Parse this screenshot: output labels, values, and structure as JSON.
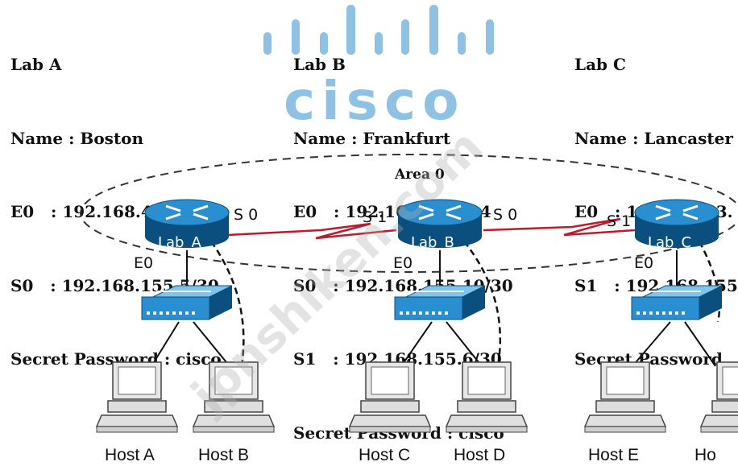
{
  "labs": [
    {
      "title": "Lab A",
      "lines": [
        "Name : Boston",
        "E0   : 192.168.4.1/24",
        "S0   : 192.168.155.5/30",
        "Secret Password : cisco"
      ]
    },
    {
      "title": "Lab B",
      "lines": [
        "Name : Frankfurt",
        "E0   : 192.168.29.1/24",
        "S0   : 192.168.155.10/30",
        "S1   : 192.168.155.6/30",
        "Secret Password : cisco"
      ]
    },
    {
      "title": "Lab C",
      "lines": [
        "Name : Lancaster",
        "E0   : 192.168.43.",
        "S1   : 192.168.155",
        "Secret Password"
      ]
    }
  ],
  "diagram": {
    "area_label": "Area 0",
    "routers": [
      {
        "label": "Lab_A",
        "e_port": "E0",
        "serial_right": "S 0"
      },
      {
        "label": "Lab_B",
        "e_port": "E0",
        "serial_left": "S 1",
        "serial_right": "S 0"
      },
      {
        "label": "Lab_C",
        "e_port": "E0",
        "serial_left": "S 1"
      }
    ],
    "hosts": [
      "Host A",
      "Host B",
      "Host C",
      "Host D",
      "Host E",
      "Ho"
    ]
  },
  "watermark": {
    "logo_text": "cisco",
    "site_text": "jpnshiken.com"
  },
  "colors": {
    "router": "#1577b5",
    "router_dark": "#0b4f7e",
    "serial_link": "#c0192b",
    "switch": "#2a8fd0",
    "watermark_blue": "#2f8fcf"
  }
}
